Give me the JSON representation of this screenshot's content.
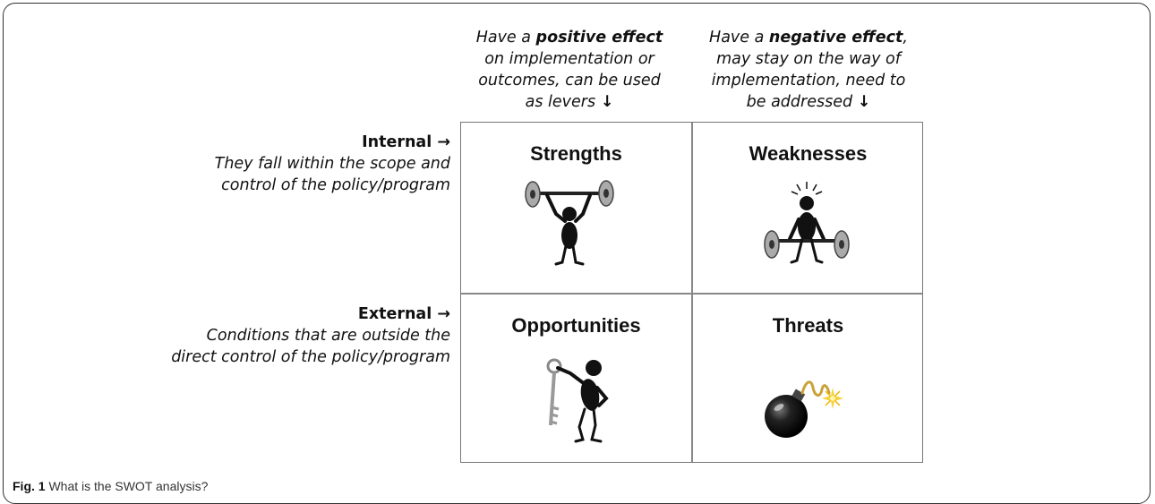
{
  "columns": {
    "positive": {
      "pre": "Have a ",
      "bold": "positive effect",
      "post": " on implementation or outcomes, can be used as levers",
      "arrow": "↓"
    },
    "negative": {
      "pre": "Have a ",
      "bold": "negative effect",
      "post": ", may stay on the way of implementation, need to be addressed",
      "arrow": "↓"
    }
  },
  "rows": {
    "internal": {
      "title": "Internal →",
      "description": "They fall within the scope and control of the policy/program"
    },
    "external": {
      "title": "External →",
      "description": "Conditions that are outside the direct control of the policy/program"
    }
  },
  "quadrants": {
    "strengths": {
      "label": "Strengths",
      "icon": "weightlifter-icon"
    },
    "weaknesses": {
      "label": "Weaknesses",
      "icon": "struggling-lifter-icon"
    },
    "opportunities": {
      "label": "Opportunities",
      "icon": "person-with-key-icon"
    },
    "threats": {
      "label": "Threats",
      "icon": "bomb-icon"
    }
  },
  "caption": {
    "label": "Fig. 1",
    "text": " What is the SWOT analysis?"
  }
}
